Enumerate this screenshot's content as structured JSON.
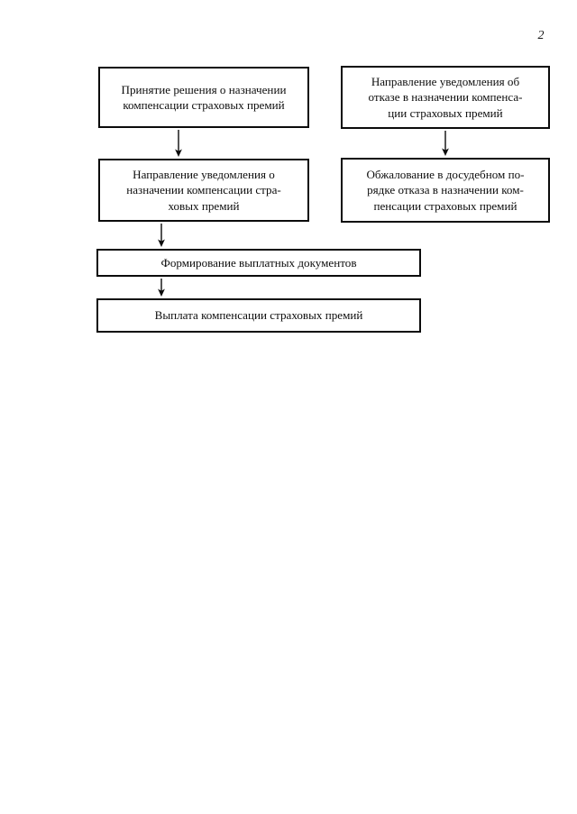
{
  "page": {
    "number": "2",
    "background_color": "#ffffff",
    "ink_color": "#0b0b0b"
  },
  "diagram": {
    "type": "flowchart",
    "title": "",
    "nodes": [
      {
        "id": "decision",
        "label": "Принятие решения о назначении\nкомпенсации страховых премий",
        "column": "left",
        "row": 1
      },
      {
        "id": "refusal-notice",
        "label": "Направление уведомления об\nотказе в назначении компенса-\nции страховых премий",
        "column": "right",
        "row": 1
      },
      {
        "id": "award-notice",
        "label": "Направление уведомления о\nназначении компенсации стра-\nховых премий",
        "column": "left",
        "row": 2
      },
      {
        "id": "appeal",
        "label": "Обжалование в досудебном по-\nрядке отказа в назначении ком-\nпенсации страховых премий",
        "column": "right",
        "row": 2
      },
      {
        "id": "payment-docs",
        "label": "Формирование выплатных документов",
        "column": "full",
        "row": 3
      },
      {
        "id": "payout",
        "label": "Выплата компенсации страховых премий",
        "column": "full",
        "row": 4
      }
    ],
    "connectors": [
      {
        "id": "decision-to-award",
        "from": "decision",
        "to": "award-notice",
        "direction": "down",
        "style": "solid-arrow"
      },
      {
        "id": "refusal-to-appeal",
        "from": "refusal-notice",
        "to": "appeal",
        "direction": "down",
        "style": "solid-arrow"
      },
      {
        "id": "award-to-docs",
        "from": "award-notice",
        "to": "payment-docs",
        "direction": "down",
        "style": "solid-arrow"
      },
      {
        "id": "docs-to-payout",
        "from": "payment-docs",
        "to": "payout",
        "direction": "down",
        "style": "solid-arrow"
      }
    ]
  }
}
